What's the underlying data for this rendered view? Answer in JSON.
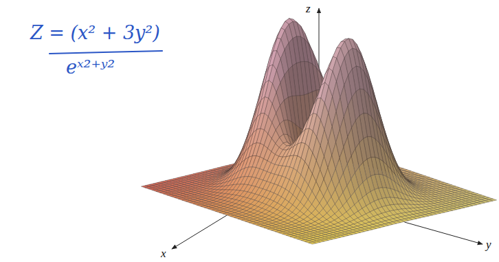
{
  "diagram": {
    "labels": [
      "z",
      "x",
      "y",
      "Z = (x² + 3y²)",
      "eˣ²⁺ʸ²"
    ]
  }
}
